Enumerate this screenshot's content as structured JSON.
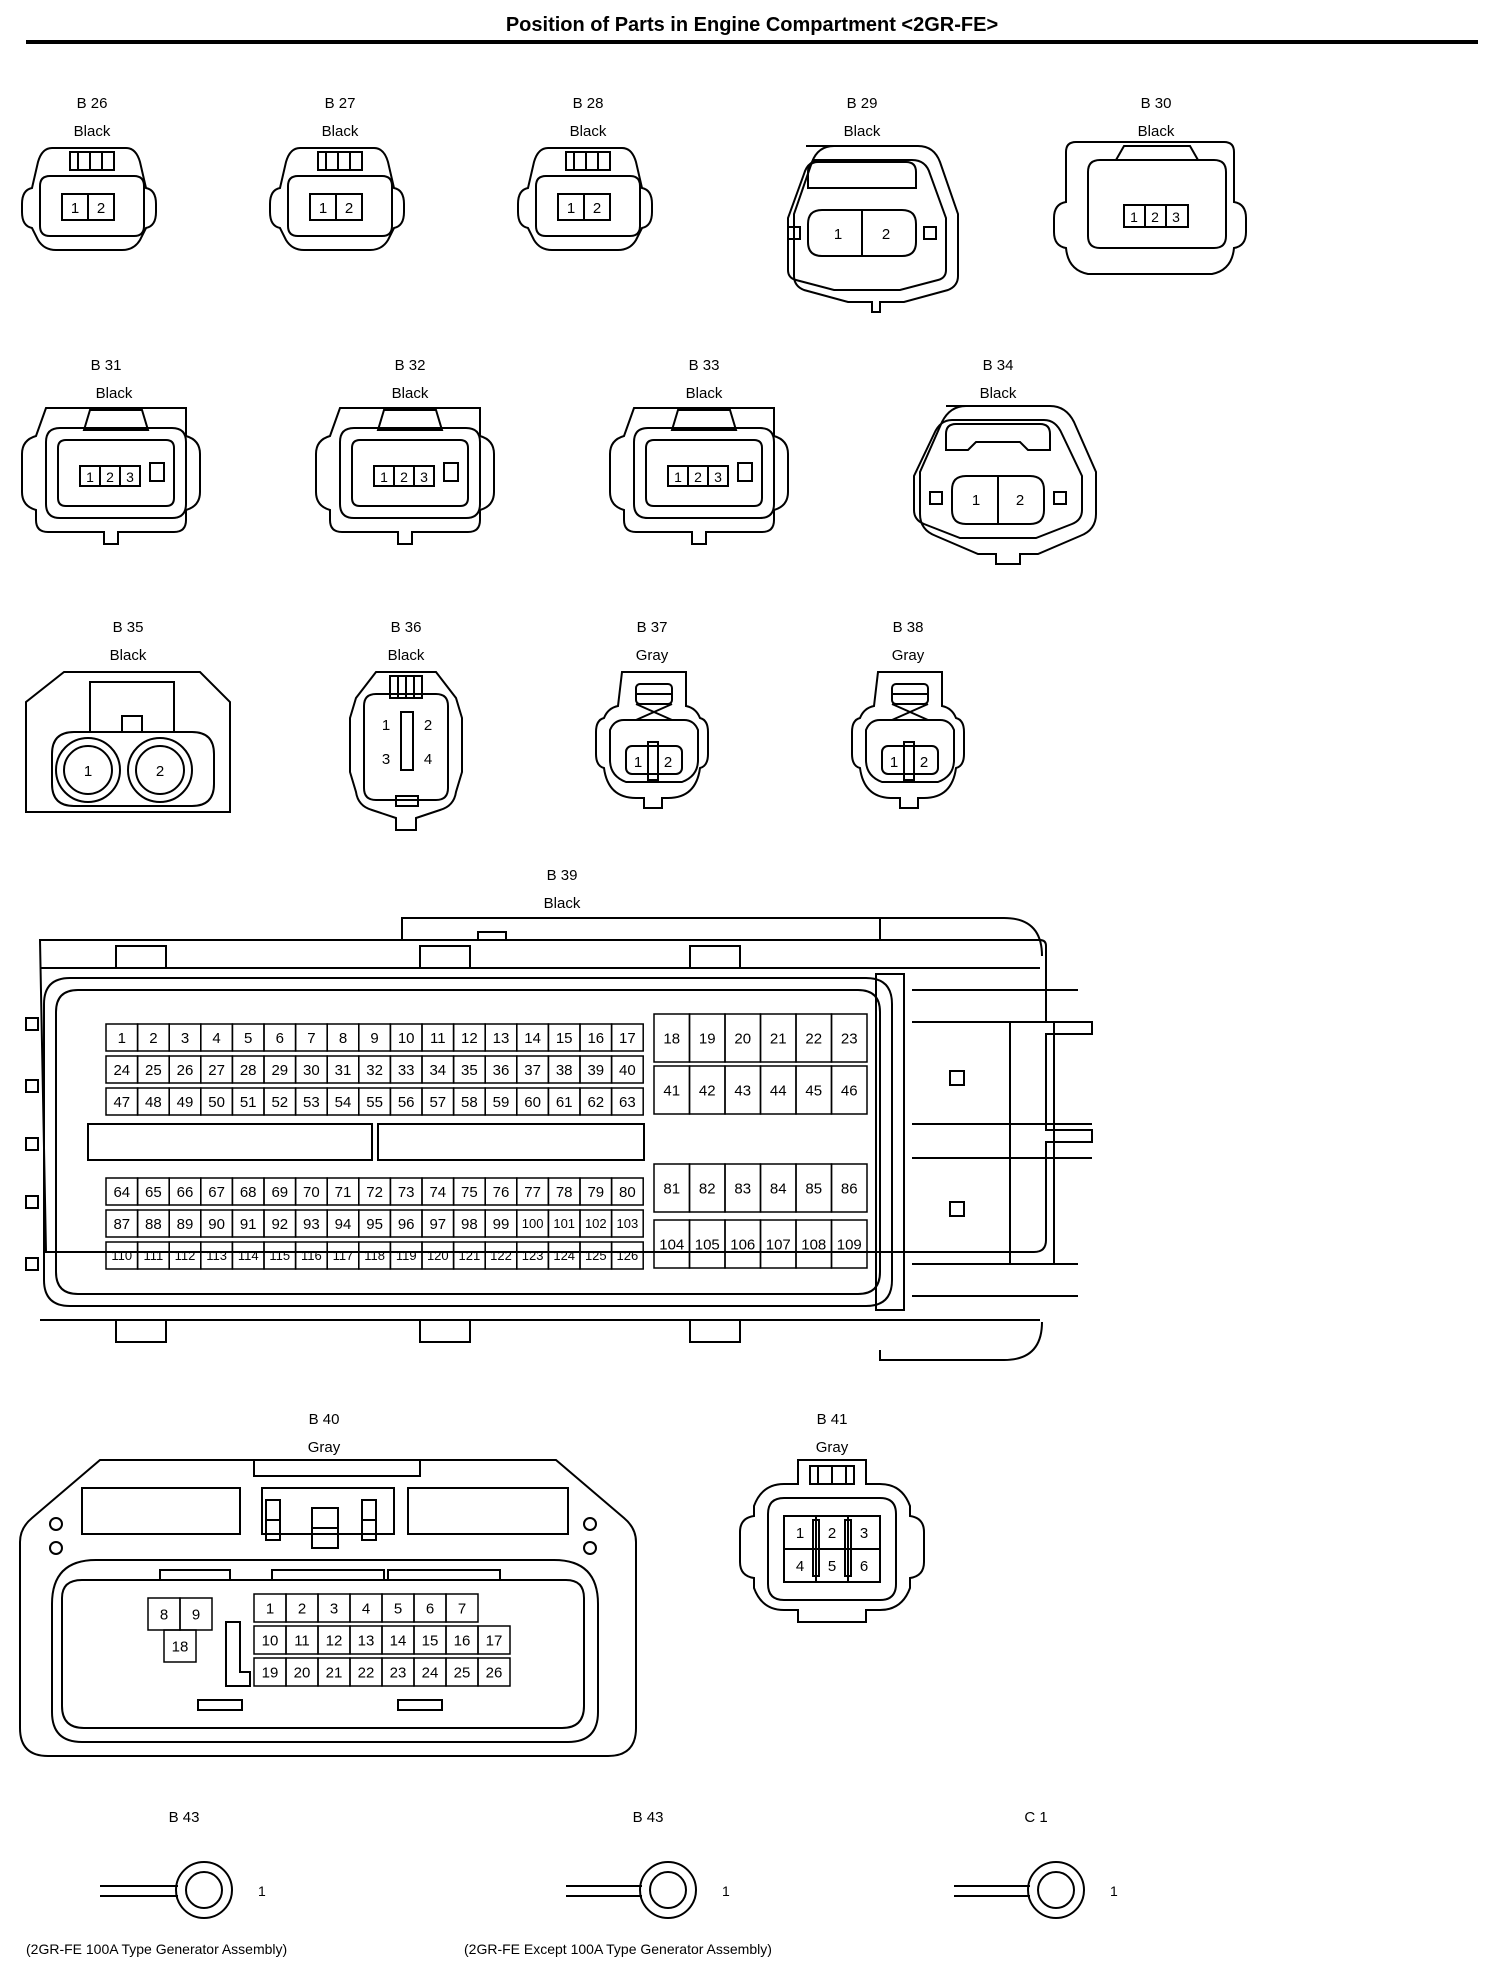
{
  "title": "Position of Parts in Engine Compartment <2GR-FE>",
  "connectors": {
    "b26": {
      "id": "B 26",
      "color": "Black",
      "pins": [
        "1",
        "2"
      ]
    },
    "b27": {
      "id": "B 27",
      "color": "Black",
      "pins": [
        "1",
        "2"
      ]
    },
    "b28": {
      "id": "B 28",
      "color": "Black",
      "pins": [
        "1",
        "2"
      ]
    },
    "b29": {
      "id": "B 29",
      "color": "Black",
      "pins": [
        "1",
        "2"
      ]
    },
    "b30": {
      "id": "B 30",
      "color": "Black",
      "pins": [
        "1",
        "2",
        "3"
      ]
    },
    "b31": {
      "id": "B 31",
      "color": "Black",
      "pins": [
        "1",
        "2",
        "3"
      ]
    },
    "b32": {
      "id": "B 32",
      "color": "Black",
      "pins": [
        "1",
        "2",
        "3"
      ]
    },
    "b33": {
      "id": "B 33",
      "color": "Black",
      "pins": [
        "1",
        "2",
        "3"
      ]
    },
    "b34": {
      "id": "B 34",
      "color": "Black",
      "pins": [
        "1",
        "2"
      ]
    },
    "b35": {
      "id": "B 35",
      "color": "Black",
      "pins": [
        "1",
        "2"
      ]
    },
    "b36": {
      "id": "B 36",
      "color": "Black",
      "pins": [
        "1",
        "2",
        "3",
        "4"
      ]
    },
    "b37": {
      "id": "B 37",
      "color": "Gray",
      "pins": [
        "1",
        "2"
      ]
    },
    "b38": {
      "id": "B 38",
      "color": "Gray",
      "pins": [
        "1",
        "2"
      ]
    },
    "b39": {
      "id": "B 39",
      "color": "Black"
    },
    "b40": {
      "id": "B 40",
      "color": "Gray"
    },
    "b41": {
      "id": "B 41",
      "color": "Gray",
      "pins": [
        "1",
        "2",
        "3",
        "4",
        "5",
        "6"
      ]
    }
  },
  "terminals": [
    {
      "id": "B 43",
      "pin": "1",
      "caption": "(2GR-FE 100A Type Generator Assembly)"
    },
    {
      "id": "B 43",
      "pin": "1",
      "caption": "(2GR-FE Except 100A Type Generator Assembly)"
    },
    {
      "id": "C 1",
      "pin": "1",
      "caption": ""
    }
  ]
}
